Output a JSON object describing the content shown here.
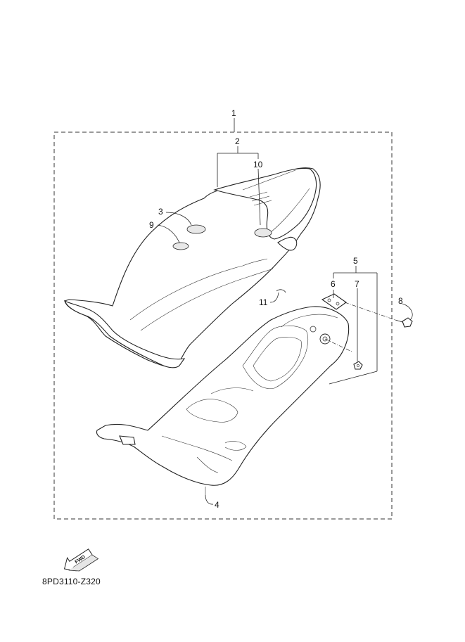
{
  "diagram": {
    "callouts": [
      {
        "id": "c1",
        "label": "1"
      },
      {
        "id": "c2",
        "label": "2"
      },
      {
        "id": "c3",
        "label": "3"
      },
      {
        "id": "c4",
        "label": "4"
      },
      {
        "id": "c5",
        "label": "5"
      },
      {
        "id": "c6",
        "label": "6"
      },
      {
        "id": "c7",
        "label": "7"
      },
      {
        "id": "c8",
        "label": "8"
      },
      {
        "id": "c9",
        "label": "9"
      },
      {
        "id": "c10",
        "label": "10"
      },
      {
        "id": "c11",
        "label": "11"
      }
    ],
    "fwd_arrow_label": "FWD",
    "drawing_code": "8PD3110-Z320"
  },
  "colors": {
    "line": "#222222",
    "background": "#ffffff"
  }
}
